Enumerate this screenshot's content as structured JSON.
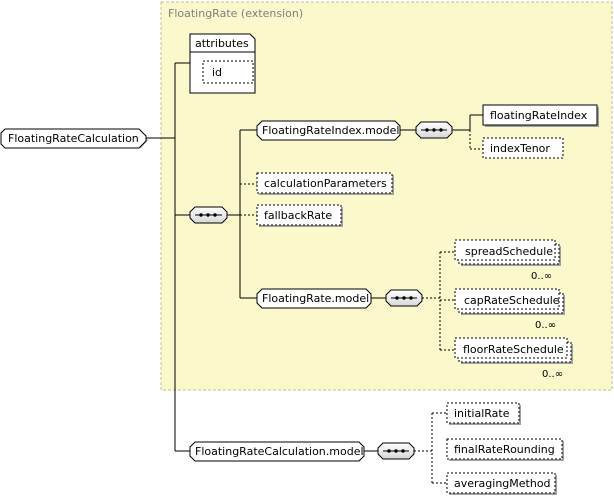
{
  "extension_label": "FloatingRate (extension)",
  "root": {
    "label": "FloatingRateCalculation"
  },
  "attributes": {
    "title": "attributes",
    "items": [
      "id"
    ]
  },
  "sequence_main_label": "•••",
  "elements": {
    "floating_rate_index_model": "FloatingRateIndex.model",
    "floating_rate_index": "floatingRateIndex",
    "index_tenor": "indexTenor",
    "calculation_parameters": "calculationParameters",
    "fallback_rate": "fallbackRate",
    "floating_rate_model": "FloatingRate.model",
    "spread_schedule": "spreadSchedule",
    "cap_rate_schedule": "capRateSchedule",
    "floor_rate_schedule": "floorRateSchedule",
    "floating_rate_calculation_model": "FloatingRateCalculation.model",
    "initial_rate": "initialRate",
    "final_rate_rounding": "finalRateRounding",
    "averaging_method": "averagingMethod"
  },
  "cardinality": {
    "spread_schedule": "0..∞",
    "cap_rate_schedule": "0..∞",
    "floor_rate_schedule": "0..∞"
  },
  "colors": {
    "extension_fill": "#fbf8cc",
    "extension_border": "#c0c090",
    "line": "#000000",
    "box_fill": "#ffffff",
    "shadow": "#a0a0a0"
  }
}
